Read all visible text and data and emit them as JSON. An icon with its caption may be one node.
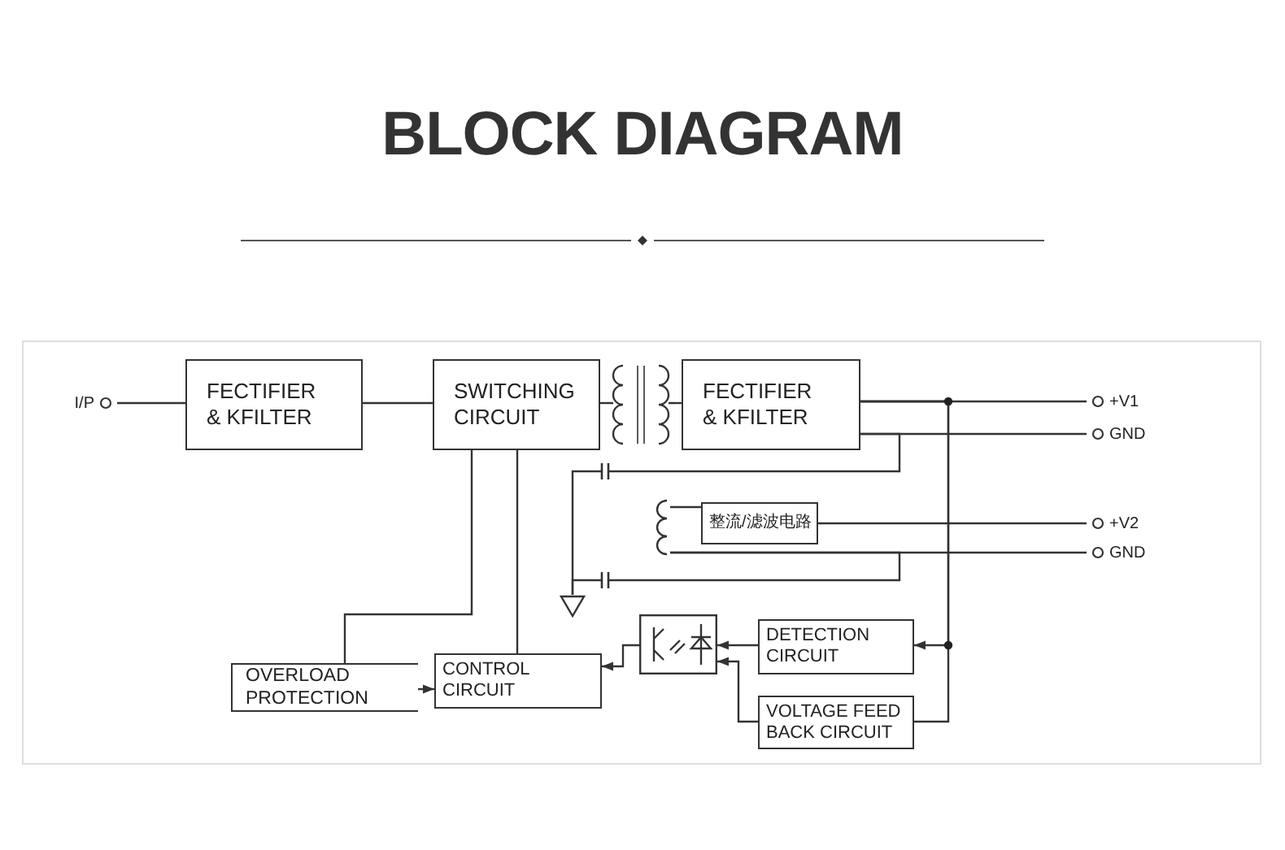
{
  "diagram": {
    "title": "BLOCK DIAGRAM",
    "nodes": [
      {
        "text": [
          "I/P"
        ]
      },
      {
        "text": [
          "FECTIFIER & KFILTER"
        ]
      },
      {
        "text": [
          "SWITCHING CIRCUIT"
        ]
      },
      {
        "text": [],
        "shape": "coil"
      },
      {
        "text": [
          "FECTIFIER & KFILTER"
        ]
      },
      {
        "text": [
          "+V1"
        ]
      },
      {
        "text": [
          "GND"
        ]
      },
      {
        "text": [],
        "shape": "coil"
      },
      {
        "text": [
          "整流/滤波电路"
        ]
      },
      {
        "text": [
          "+V2"
        ]
      },
      {
        "text": [
          "GND"
        ]
      },
      {
        "text": [
          "OVERLOAD PROTECTION"
        ]
      },
      {
        "text": [
          "CONTROL CIRCUIT"
        ]
      },
      {
        "text": [],
        "shape": "picture"
      },
      {
        "text": [
          "DETECTION CIRCUIT"
        ]
      },
      {
        "text": [
          "VOLTAGE FEED BACK CIRCUIT"
        ]
      },
      {
        "text": [],
        "shape": "triangle"
      }
    ],
    "edges": [
      {
        "from": 0,
        "to": 1,
        "arrow": "none"
      },
      {
        "from": 1,
        "to": 2,
        "arrow": "none"
      },
      {
        "from": 2,
        "to": 3,
        "arrow": "none"
      },
      {
        "from": 3,
        "to": 4,
        "arrow": "none"
      },
      {
        "from": 4,
        "to": 5,
        "arrow": "none"
      },
      {
        "from": 4,
        "to": 6,
        "arrow": "none"
      },
      {
        "from": 7,
        "to": 8,
        "arrow": "none"
      },
      {
        "from": 8,
        "to": 9,
        "arrow": "none"
      },
      {
        "from": 7,
        "to": 10,
        "arrow": "none"
      },
      {
        "from": 4,
        "to": 16,
        "arrow": "none"
      },
      {
        "from": 7,
        "to": 16,
        "arrow": "none"
      },
      {
        "from": 2,
        "to": 11,
        "arrow": "none"
      },
      {
        "from": 2,
        "to": 12,
        "arrow": "none"
      },
      {
        "from": 11,
        "to": 12,
        "arrow": "to"
      },
      {
        "from": 13,
        "to": 12,
        "arrow": "to"
      },
      {
        "from": 14,
        "to": 13,
        "arrow": "to"
      },
      {
        "from": 15,
        "to": 13,
        "arrow": "to"
      },
      {
        "from": 4,
        "to": 14,
        "arrow": "to"
      },
      {
        "from": 4,
        "to": 15,
        "arrow": "none"
      }
    ]
  }
}
